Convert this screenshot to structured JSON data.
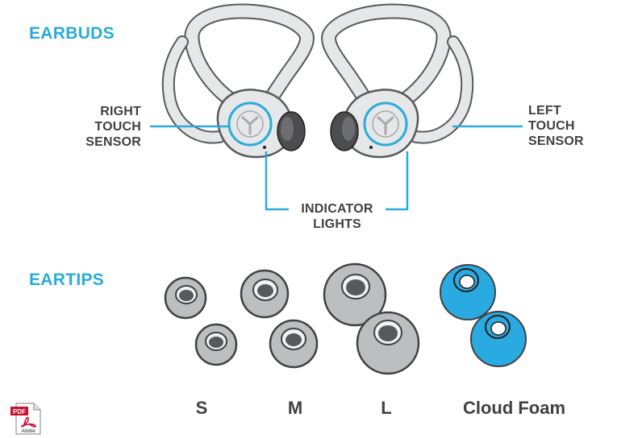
{
  "sections": {
    "earbuds_title": "EARBUDS",
    "eartips_title": "EARTIPS"
  },
  "callouts": {
    "right_sensor": [
      "RIGHT",
      "TOUCH",
      "SENSOR"
    ],
    "left_sensor": [
      "LEFT",
      "TOUCH",
      "SENSOR"
    ],
    "indicator": [
      "INDICATOR",
      "LIGHTS"
    ]
  },
  "eartip_sizes": {
    "s": "S",
    "m": "M",
    "l": "L",
    "cloud": "Cloud Foam"
  },
  "pdf_icon": {
    "badge": "PDF",
    "brand": "Adobe"
  },
  "colors": {
    "accent": "#2AABD9",
    "label_text": "#414042",
    "earbud_fill": "#E6E7E8",
    "outline": "#58595B",
    "tip_fill": "#BCBEC0",
    "tip_hole": "#58595B",
    "foam_fill": "#29ABE2"
  }
}
